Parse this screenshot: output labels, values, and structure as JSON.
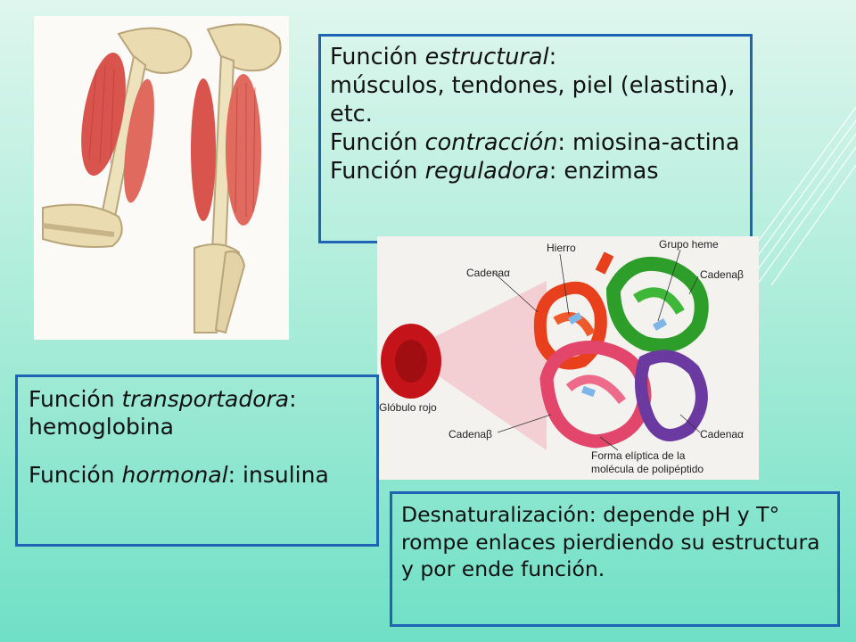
{
  "top_box": {
    "line1_prefix": "Función ",
    "line1_italic": "estructural",
    "line1_suffix": ":",
    "line2": "músculos, tendones, piel (elastina), etc.",
    "line3_prefix": "Función ",
    "line3_italic": "contracción",
    "line3_suffix": ": miosina-actina",
    "line4_prefix": "Función ",
    "line4_italic": "reguladora",
    "line4_suffix": ": enzimas"
  },
  "left_box": {
    "line1_prefix": "Función ",
    "line1_italic": "transportadora",
    "line1_suffix": ": hemoglobina",
    "line2_prefix": "Función ",
    "line2_italic": "hormonal",
    "line2_suffix": ": insulina"
  },
  "bottom_box": {
    "text": "Desnaturalización: depende pH y T° rompe enlaces pierdiendo su estructura y por ende función."
  },
  "hemoglobin_labels": {
    "cadena_alpha_left": "Cadenaα",
    "hierro": "Hierro",
    "grupo_heme": "Grupo heme",
    "cadena_beta_right": "Cadenaβ",
    "globulo_rojo": "Glóbulo rojo",
    "cadena_beta_left": "Cadenaβ",
    "cadena_alpha_right": "Cadenaα",
    "forma_line1": "Forma elíptica de la",
    "forma_line2": "molécula de polipéptido"
  },
  "colors": {
    "accent_border": "#1f63b4",
    "chain_red": "#e8401c",
    "chain_green": "#2e9e2a",
    "chain_pink": "#e2466a",
    "chain_purple": "#6a3aa0",
    "blood_cell": "#c4141a"
  }
}
